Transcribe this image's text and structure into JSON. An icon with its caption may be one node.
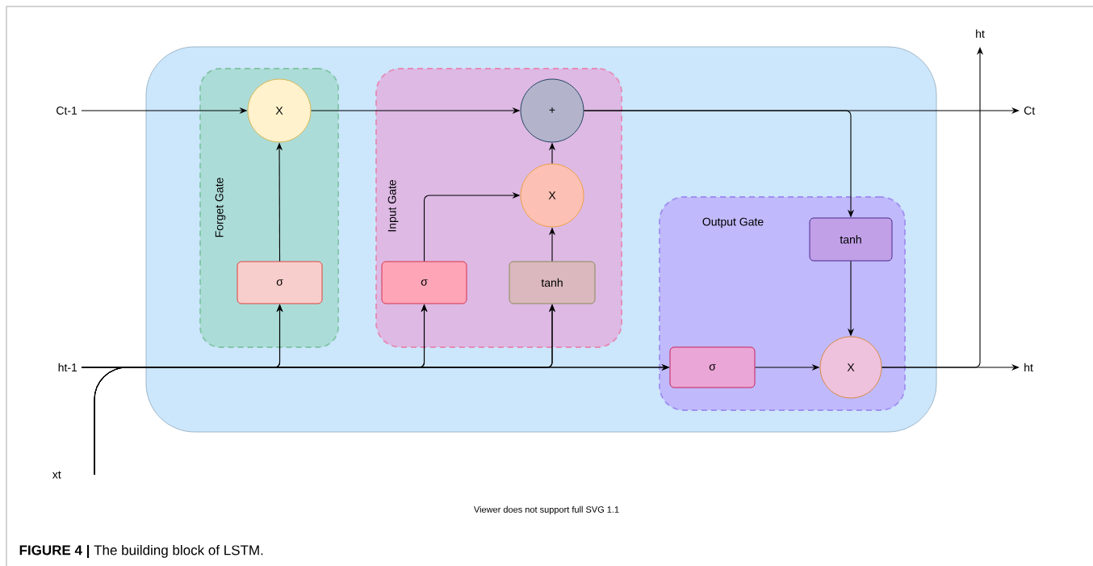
{
  "diagram": {
    "caption": "**FIGURE 4 |** The building block of LSTM.",
    "nodes": [
      {
        "text": [],
        "shape": "box"
      },
      {
        "text": [
          "Forget Gate"
        ],
        "in": 0
      },
      {
        "text": [
          "X"
        ],
        "in": 1
      },
      {
        "text": [
          "σ"
        ],
        "in": 1
      },
      {
        "text": [
          "Input Gate"
        ],
        "in": 0
      },
      {
        "text": [
          "+"
        ],
        "in": 4
      },
      {
        "text": [
          "X"
        ],
        "in": 4
      },
      {
        "text": [
          "σ"
        ],
        "in": 4
      },
      {
        "text": [
          "tanh"
        ],
        "in": 4
      },
      {
        "text": [
          "Output Gate"
        ],
        "in": 0
      },
      {
        "text": [
          "tanh"
        ],
        "in": 9
      },
      {
        "text": [
          "σ"
        ],
        "in": 9
      },
      {
        "text": [
          "X"
        ],
        "in": 9
      },
      {
        "text": [
          "Ct-1"
        ]
      },
      {
        "text": [
          "Ct"
        ]
      },
      {
        "text": [
          "ht-1"
        ]
      },
      {
        "text": [
          "ht"
        ]
      },
      {
        "text": [
          "ht"
        ]
      },
      {
        "text": [
          "xt"
        ]
      }
    ],
    "edges": [
      {
        "from": 13,
        "to": 2,
        "arrow": "to"
      },
      {
        "from": 2,
        "to": 5,
        "arrow": "to"
      },
      {
        "from": 5,
        "to": 14,
        "arrow": "to"
      },
      {
        "from": 5,
        "to": 10,
        "arrow": "to"
      },
      {
        "from": 15,
        "to": 3,
        "arrow": "to"
      },
      {
        "from": 15,
        "to": 7,
        "arrow": "to"
      },
      {
        "from": 15,
        "to": 8,
        "arrow": "to"
      },
      {
        "from": 15,
        "to": 11,
        "arrow": "to"
      },
      {
        "from": 18,
        "to": 3,
        "arrow": "to"
      },
      {
        "from": 18,
        "to": 7,
        "arrow": "to"
      },
      {
        "from": 18,
        "to": 8,
        "arrow": "to"
      },
      {
        "from": 18,
        "to": 11,
        "arrow": "to"
      },
      {
        "from": 3,
        "to": 2,
        "arrow": "to"
      },
      {
        "from": 7,
        "to": 6,
        "arrow": "to"
      },
      {
        "from": 8,
        "to": 6,
        "arrow": "to"
      },
      {
        "from": 6,
        "to": 5,
        "arrow": "to"
      },
      {
        "from": 10,
        "to": 12,
        "arrow": "to"
      },
      {
        "from": 11,
        "to": 12,
        "arrow": "to"
      },
      {
        "from": 12,
        "to": 16,
        "arrow": "to"
      },
      {
        "from": 12,
        "to": 17,
        "arrow": "to"
      }
    ],
    "labels": [
      "Viewer does not support full SVG 1.1"
    ]
  }
}
